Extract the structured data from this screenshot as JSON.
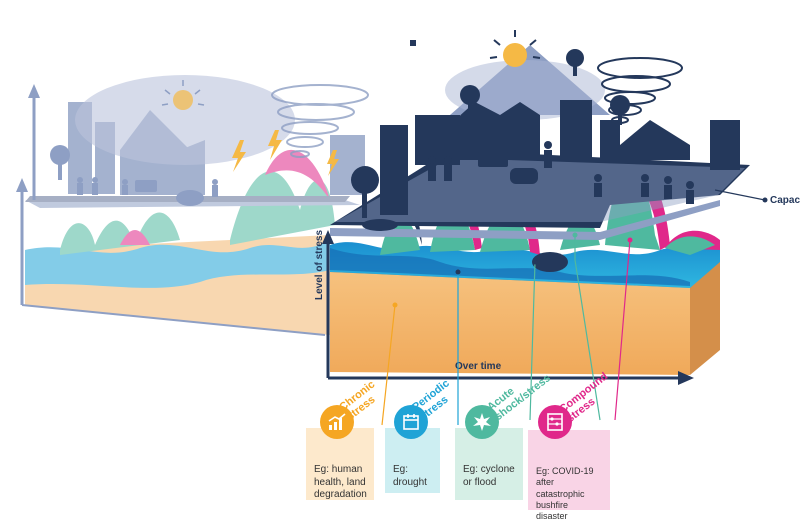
{
  "labels": {
    "capacity": "Capacity",
    "level_of_stress": "Level of stress",
    "over_time": "Over time"
  },
  "stress_types": [
    {
      "id": "chronic",
      "title_line1": "Chronic",
      "title_line2": "stress",
      "example": "Eg: human health, land degradation",
      "color": "#f5a623",
      "card_bg": "#fde9cc",
      "icon": "rising-bar-chart-icon"
    },
    {
      "id": "periodic",
      "title_line1": "Periodic",
      "title_line2": "stress",
      "example": "Eg: drought",
      "color": "#1fa3d6",
      "card_bg": "#cdeef2",
      "icon": "calendar-icon"
    },
    {
      "id": "acute",
      "title_line1": "Acute",
      "title_line2": "shock/stress",
      "example": "Eg: cyclone or flood",
      "color": "#4fb99f",
      "card_bg": "#d6efe6",
      "icon": "burst-icon"
    },
    {
      "id": "compound",
      "title_line1": "Compound",
      "title_line2": "stress",
      "example": "Eg: COVID-19 after catastrophic bushfire disaster",
      "color": "#e0288a",
      "card_bg": "#f9d4e6",
      "icon": "abacus-icon"
    }
  ],
  "colors": {
    "navy": "#24385b",
    "slate": "#8e9fc4",
    "slate_light": "#c9d1e6",
    "sand": "#f4b870",
    "sand_light": "#f8dcb7",
    "water": "#1fa3d6",
    "water_light": "#7ed0ea",
    "teal": "#4fb99f",
    "magenta": "#e0288a"
  }
}
